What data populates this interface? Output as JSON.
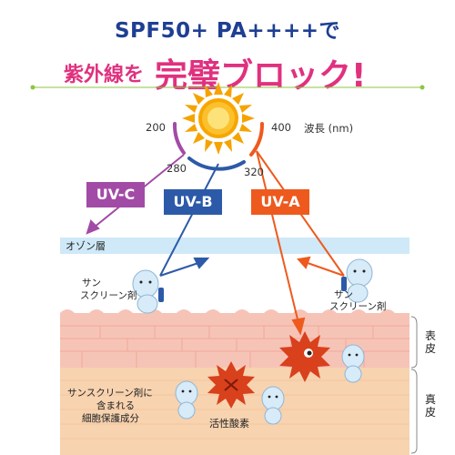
{
  "title": {
    "line1": "SPF50+ PA++++で",
    "line2_prefix": "紫外線を",
    "line2_emphasis": "完璧ブロック!"
  },
  "wavelengths": {
    "w200": "200",
    "w280": "280",
    "w320": "320",
    "w400": "400",
    "label": "波長 (nm)"
  },
  "rays": {
    "uvc": "UV-C",
    "uvb": "UV-B",
    "uva": "UV-A"
  },
  "layers": {
    "ozone": "オゾン層",
    "epidermis": "表皮",
    "dermis": "真皮"
  },
  "labels": {
    "sunscreen_left_1": "サン",
    "sunscreen_left_2": "スクリーン剤",
    "sunscreen_right_1": "サン",
    "sunscreen_right_2": "スクリーン剤",
    "protect_1": "サンスクリーン剤に",
    "protect_2": "含まれる",
    "protect_3": "細胞保護成分",
    "active_oxygen": "活性酸素"
  },
  "colors": {
    "uvc": "#a24ba6",
    "uvb": "#2c5aa8",
    "uva": "#ee5a1e",
    "title_blue": "#1f3f93",
    "title_pink": "#e0317f",
    "ozone": "#cfe9f8",
    "epidermis": "#f6c4b6",
    "dermis": "#f7d3b0"
  }
}
